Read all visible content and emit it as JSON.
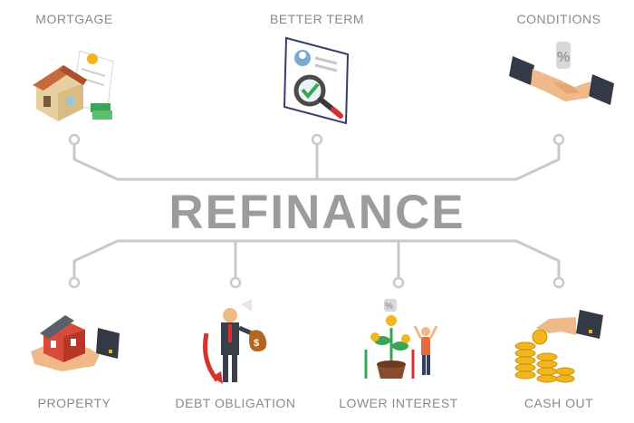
{
  "title": "REFINANCE",
  "top_labels": [
    "MORTGAGE",
    "BETTER TERM",
    "CONDITIONS"
  ],
  "bottom_labels": [
    "PROPERTY",
    "DEBT OBLIGATION",
    "LOWER INTEREST",
    "CASH OUT"
  ],
  "icons": {
    "mortgage": "house-with-contract-icon",
    "better_term": "document-magnifier-check-icon",
    "conditions": "handshake-percent-icon",
    "property": "hand-holding-house-icon",
    "debt_obligation": "businessman-money-bag-icon",
    "lower_interest": "plant-coins-growth-icon",
    "cash_out": "hand-coin-stacks-icon"
  },
  "colors": {
    "line": "#c9c9c9",
    "title": "#9c9c9c",
    "label": "#8a8a8a",
    "accent_green": "#3aa655",
    "accent_gold": "#f2b51c",
    "accent_red": "#d8322f"
  }
}
